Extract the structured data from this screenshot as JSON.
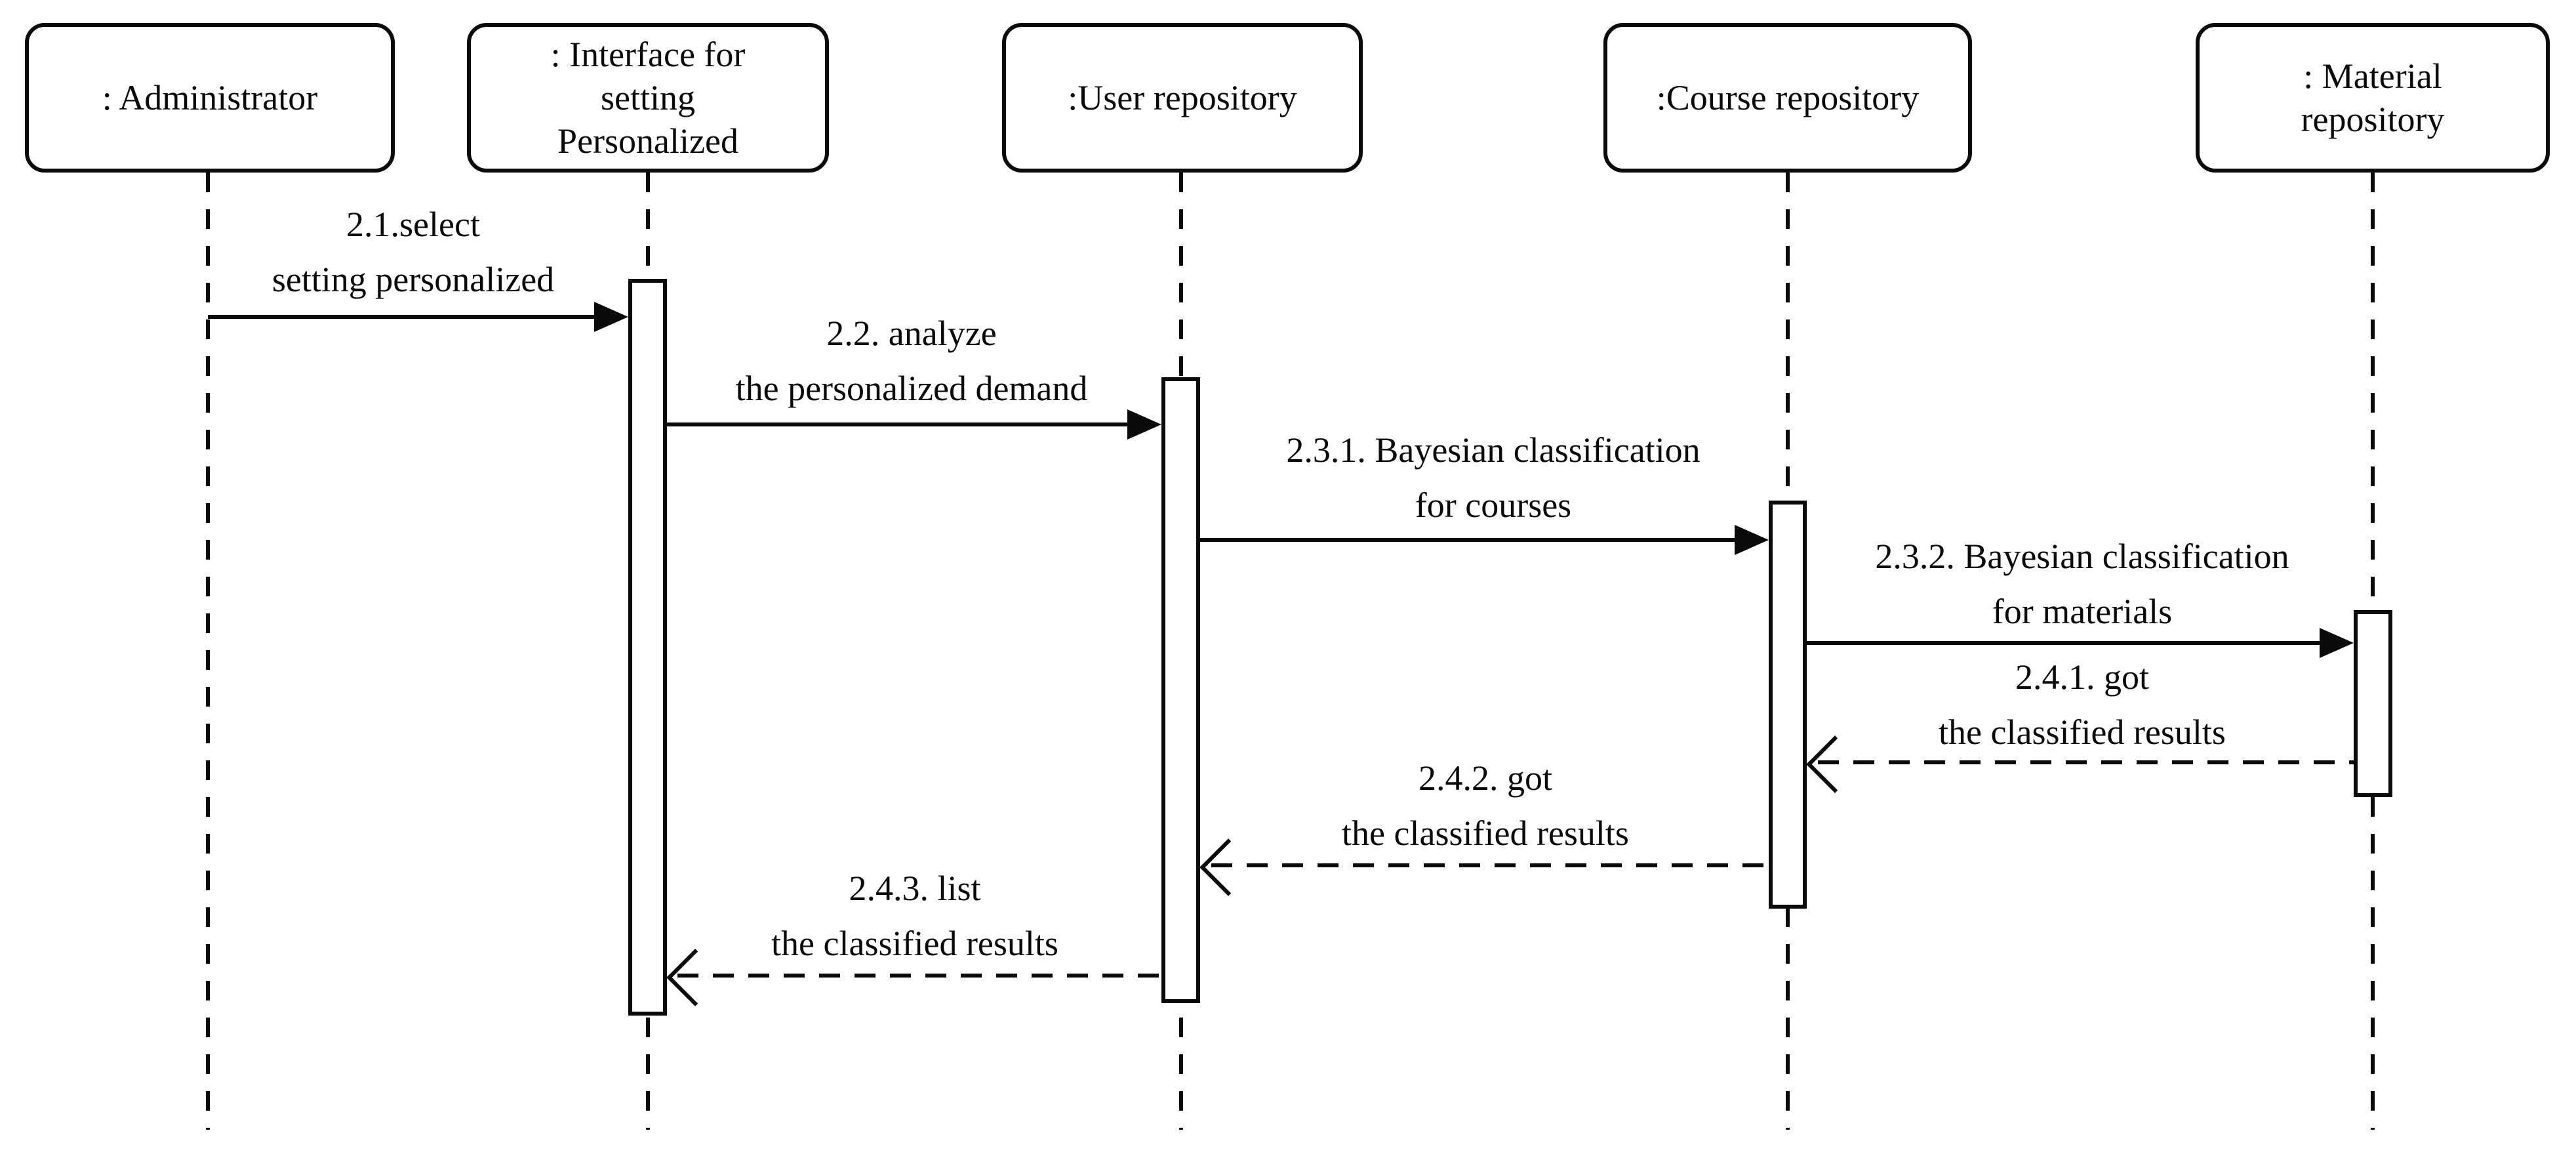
{
  "diagram": {
    "figure_type": "uml-sequence-diagram",
    "colors": {
      "line": "#0a0a0a",
      "background": "#ffffff"
    },
    "lifelines": [
      {
        "id": "administrator",
        "label": ": Administrator"
      },
      {
        "id": "interface",
        "label": ": Interface for\nsetting\nPersonalized"
      },
      {
        "id": "user-repository",
        "label": ":User repository"
      },
      {
        "id": "course-repository",
        "label": ":Course repository"
      },
      {
        "id": "material-repository",
        "label": ": Material\nrepository"
      }
    ],
    "messages": [
      {
        "seq": "2.1",
        "label": "2.1.select\nsetting personalized",
        "from": "administrator",
        "to": "interface",
        "style": "solid"
      },
      {
        "seq": "2.2",
        "label": "2.2. analyze\nthe personalized demand",
        "from": "interface",
        "to": "user-repository",
        "style": "solid"
      },
      {
        "seq": "2.3.1",
        "label": "2.3.1. Bayesian classification\nfor courses",
        "from": "user-repository",
        "to": "course-repository",
        "style": "solid"
      },
      {
        "seq": "2.3.2",
        "label": "2.3.2. Bayesian classification\nfor materials",
        "from": "course-repository",
        "to": "material-repository",
        "style": "solid"
      },
      {
        "seq": "2.4.1",
        "label": "2.4.1. got\nthe classified results",
        "from": "material-repository",
        "to": "course-repository",
        "style": "dashed"
      },
      {
        "seq": "2.4.2",
        "label": "2.4.2. got\nthe classified results",
        "from": "course-repository",
        "to": "user-repository",
        "style": "dashed"
      },
      {
        "seq": "2.4.3",
        "label": "2.4.3. list\nthe classified results",
        "from": "user-repository",
        "to": "interface",
        "style": "dashed"
      }
    ]
  }
}
